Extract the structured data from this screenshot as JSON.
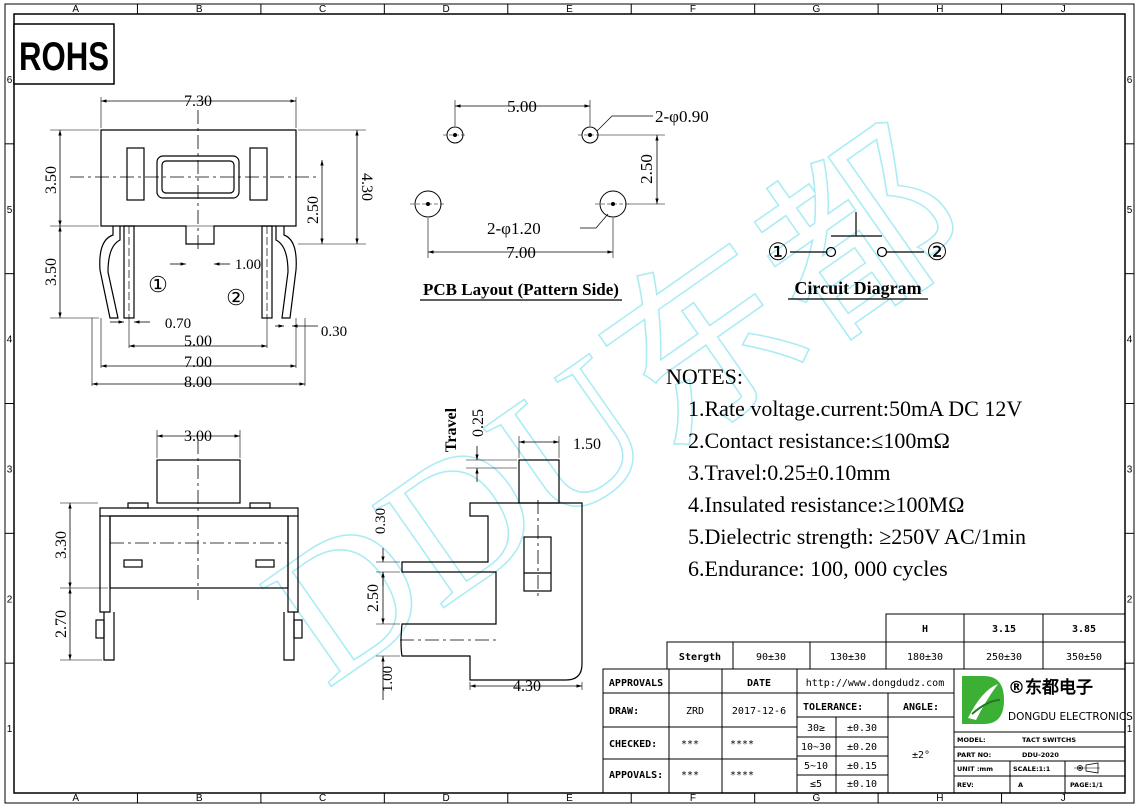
{
  "rohs": "ROHS",
  "grid": {
    "cols": [
      "A",
      "B",
      "C",
      "D",
      "E",
      "F",
      "G",
      "H",
      "J"
    ],
    "rows": [
      "6",
      "5",
      "4",
      "3",
      "2",
      "1"
    ]
  },
  "watermark": "DDU东都",
  "dims": {
    "top_width": "7.30",
    "left_upper": "3.50",
    "left_lower": "3.50",
    "inner_height": "2.50",
    "right_height": "4.30",
    "gap": "1.00",
    "pin_w": "0.70",
    "pin_t": "0.30",
    "pitch5": "5.00",
    "pitch7": "7.00",
    "overall8": "8.00",
    "pin1": "①",
    "pin2": "②",
    "front_top": "3.00",
    "front_h": "3.30",
    "front_lower": "2.70",
    "side_travel_val": "0.25",
    "travel_word": "Travel",
    "side_act_w": "1.50",
    "side_thk": "0.30",
    "side_250": "2.50",
    "side_100": "1.00",
    "side_430": "4.30"
  },
  "pcb": {
    "top": "5.00",
    "hole_small": "2-φ0.90",
    "vert": "2.50",
    "hole_big": "2-φ1.20",
    "bottom": "7.00",
    "caption": "PCB Layout (Pattern Side)"
  },
  "circuit": {
    "p1": "①",
    "p2": "②",
    "caption": "Circuit Diagram"
  },
  "notes": {
    "title": "NOTES:",
    "items": [
      "1.Rate voltage.current:50mA DC 12V",
      "2.Contact resistance:≤100mΩ",
      "3.Travel:0.25±0.10mm",
      "4.Insulated resistance:≥100MΩ",
      "5.Dielectric strength: ≥250V AC/1min",
      "6.Endurance: 100, 000 cycles"
    ]
  },
  "strength": {
    "h_label": "H",
    "h_vals": [
      "3.15",
      "3.85"
    ],
    "label": "Stergth",
    "vals": [
      "90±30",
      "130±30",
      "180±30",
      "250±30",
      "350±50"
    ]
  },
  "title_block": {
    "approvals": "APPROVALS",
    "date": "DATE",
    "url": "http://www.dongdudz.com",
    "draw": "DRAW:",
    "draw_by": "ZRD",
    "draw_date": "2017-12-6",
    "tolerance": "TOLERANCE:",
    "angle": "ANGLE:",
    "checked": "CHECKED:",
    "checked_by": "***",
    "checked_date": "****",
    "appovals": "APPOVALS:",
    "appovals_by": "***",
    "appovals_date": "****",
    "tol_rows": [
      [
        "30≥",
        "±0.30"
      ],
      [
        "10~30",
        "±0.20"
      ],
      [
        "5~10",
        "±0.15"
      ],
      [
        "≤5",
        "±0.10"
      ]
    ],
    "angle_val": "±2°",
    "company": "®东都电子",
    "company_en": "DONGDU ELECTRONICS",
    "model_k": "MODEL:",
    "model_v": "TACT SWITCHS",
    "part_k": "PART NO:",
    "part_v": "DDU-2020",
    "unit_k": "UNIT :mm",
    "scale": "SCALE:1:1",
    "rev_k": "REV:",
    "rev_v": "A",
    "page": "PAGE:1/1",
    "colors": {
      "logo_green": "#3cb034",
      "logo_dark": "#1f7a23"
    }
  }
}
